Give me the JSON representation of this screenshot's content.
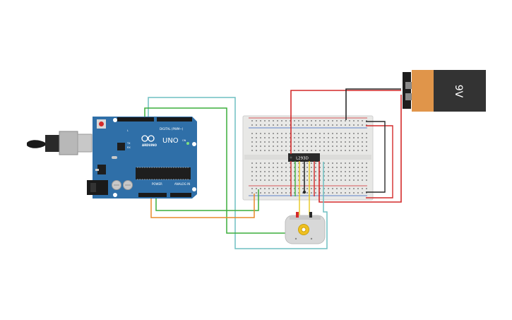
{
  "arduino": {
    "logo_text": "ARDUINO",
    "model_text": "UNO",
    "digital_header_label": "DIGITAL (PWM~)",
    "power_label": "POWER",
    "analog_label": "ANALOG IN",
    "tx_label": "TX",
    "rx_label": "RX",
    "on_label": "ON",
    "l_label": "L",
    "color": "#2f6fa8"
  },
  "breadboard": {
    "color": "#e8e8e6"
  },
  "driver_chip": {
    "label": "L293D",
    "color": "#2a2a2a"
  },
  "battery": {
    "label": "9V",
    "body_color": "#333333",
    "cap_color": "#e0954a"
  },
  "motor": {
    "color": "#d8d8d8",
    "shaft_color": "#f0c020"
  },
  "wire_colors": {
    "red": "#d42a2a",
    "black": "#2a2a2a",
    "green": "#3cae3c",
    "teal": "#6fbfc2",
    "orange": "#e88a2a",
    "yellow": "#e8c820"
  }
}
